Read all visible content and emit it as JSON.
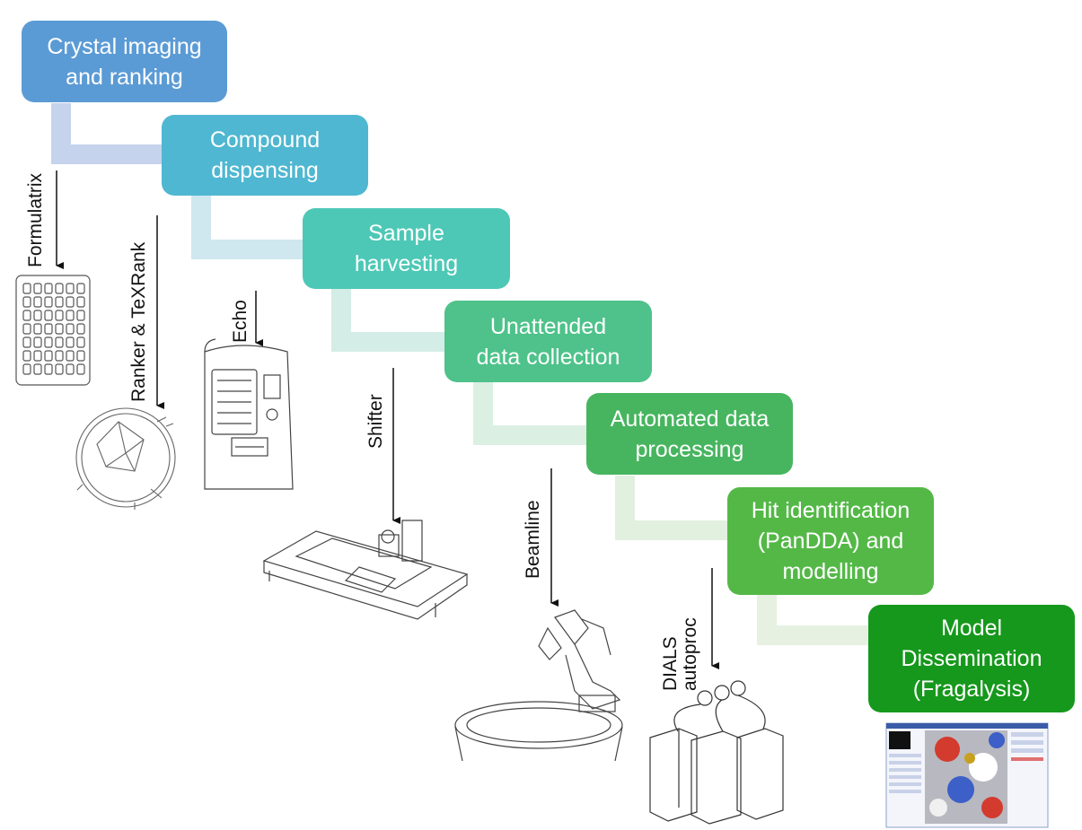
{
  "steps": [
    {
      "label": "Crystal imaging\nand ranking",
      "color": "#5b9bd5"
    },
    {
      "label": "Compound\ndispensing",
      "color": "#4fb7d1"
    },
    {
      "label": "Sample\nharvesting",
      "color": "#4ec8b6"
    },
    {
      "label": "Unattended\ndata collection",
      "color": "#4ec28a"
    },
    {
      "label": "Automated data\nprocessing",
      "color": "#47b55f"
    },
    {
      "label": "Hit identification\n(PanDDA) and\nmodelling",
      "color": "#54b847"
    },
    {
      "label": "Model\nDissemination\n(Fragalysis)",
      "color": "#16981c"
    }
  ],
  "tools": {
    "formulatrix": "Formulatrix",
    "ranker": "Ranker & TeXRank",
    "echo": "Echo",
    "shifter": "Shifter",
    "beamline": "Beamline",
    "dials": "DIALS\nautoproc"
  }
}
